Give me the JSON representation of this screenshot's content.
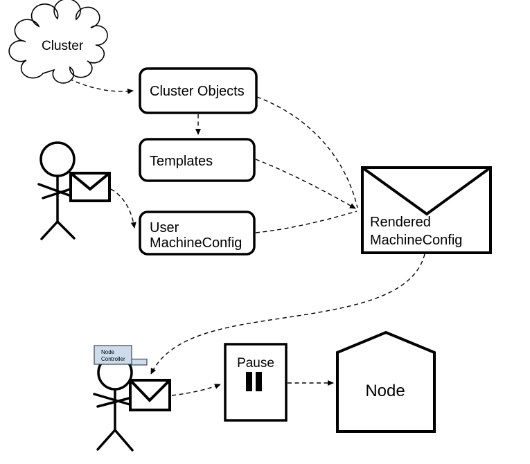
{
  "diagram": {
    "background": "#ffffff",
    "line_color": "#000000",
    "cloud": {
      "label": "Cluster"
    },
    "boxes": {
      "cluster_objects": {
        "label": "Cluster Objects"
      },
      "templates": {
        "label": "Templates"
      },
      "user_machineconfig": {
        "line1": "User",
        "line2": "MachineConfig"
      }
    },
    "rendered_envelope": {
      "line1": "Rendered",
      "line2": "MachineConfig"
    },
    "node_controller_cap": {
      "line1": "Node",
      "line2": "Controller",
      "fill": "#cddcec"
    },
    "pause_box": {
      "label": "Pause",
      "icon": "pause-bars"
    },
    "node_house": {
      "label": "Node"
    }
  }
}
